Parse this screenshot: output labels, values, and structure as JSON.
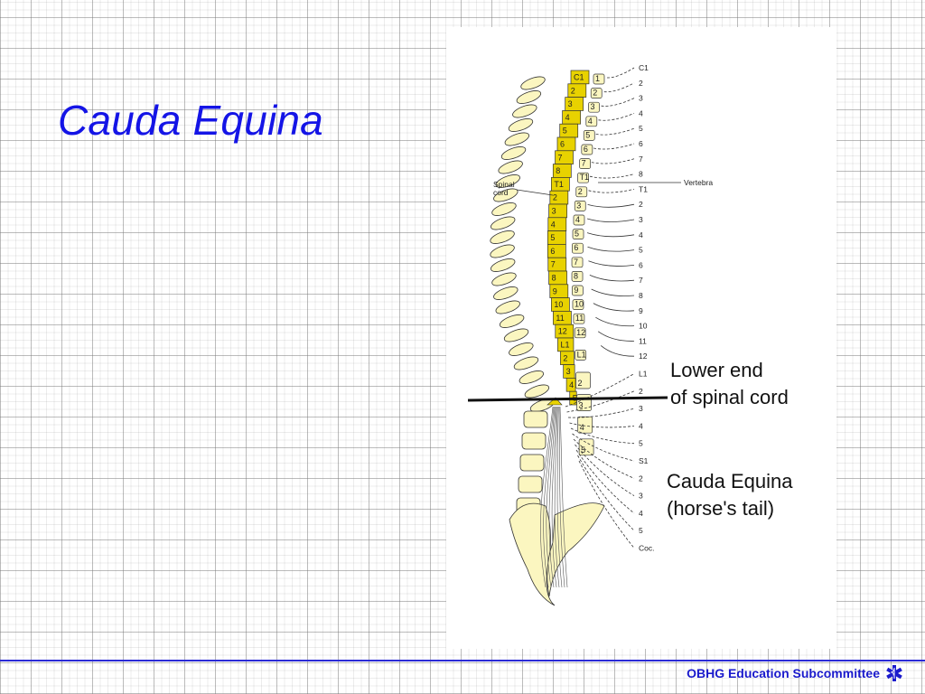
{
  "slide": {
    "title": "Cauda Equina"
  },
  "figure": {
    "cord_label": [
      "Spinal",
      "cord"
    ],
    "vertebra_label": "Vertebra",
    "nerve_labels": [
      "C1",
      "2",
      "3",
      "4",
      "5",
      "6",
      "7",
      "8",
      "T1",
      "2",
      "3",
      "4",
      "5",
      "6",
      "7",
      "8",
      "9",
      "10",
      "11",
      "12",
      "L1",
      "2",
      "3",
      "4",
      "5",
      "S1",
      "2",
      "3",
      "4",
      "5",
      "Coc."
    ],
    "cord_segments": [
      "C1",
      "2",
      "3",
      "4",
      "5",
      "6",
      "7",
      "8",
      "T1",
      "2",
      "3",
      "4",
      "5",
      "6",
      "7",
      "8",
      "9",
      "10",
      "11",
      "12",
      "L1",
      "2",
      "3",
      "4",
      "5"
    ],
    "vertebra_numbers": [
      "1",
      "2",
      "3",
      "4",
      "5",
      "6",
      "7",
      "T1",
      "2",
      "3",
      "4",
      "5",
      "6",
      "7",
      "8",
      "9",
      "10",
      "11",
      "12",
      "L1",
      "2",
      "3",
      "4",
      "5"
    ],
    "annotation_lower_end": [
      "Lower end",
      "of spinal cord"
    ],
    "annotation_cauda": [
      "Cauda Equina",
      "(horse's tail)"
    ]
  },
  "footer": {
    "text": "OBHG Education Subcommittee",
    "icon": "star-of-life-icon",
    "color": "#1a1acc"
  },
  "colors": {
    "title": "#1414e6",
    "cord": "#e8d200",
    "bone": "#fbf6c0"
  }
}
